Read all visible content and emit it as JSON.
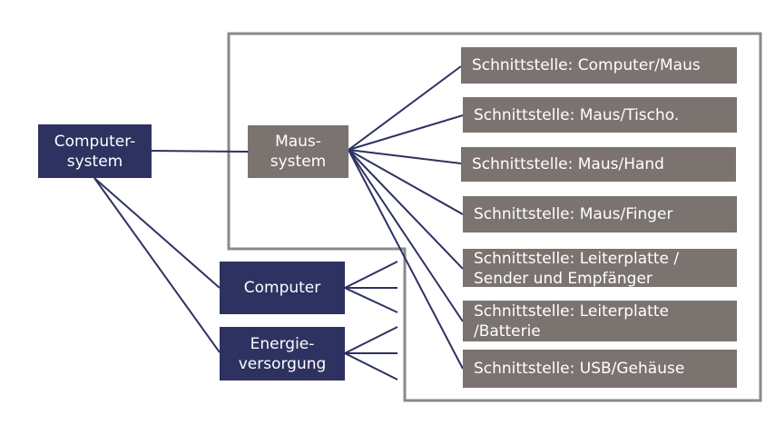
{
  "colors": {
    "navy": "#2d3261",
    "gray": "#7a7370",
    "line": "#2d3261",
    "frame": "#8a8a8a"
  },
  "nodes": {
    "computersystem": "Computer-\nsystem",
    "maussystem": "Maus-\nsystem",
    "computer": "Computer",
    "energieversorgung": "Energie-\nversorgung"
  },
  "interfaces": [
    "Schnittstelle: Computer/Maus",
    "Schnittstelle: Maus/Tischo.",
    "Schnittstelle: Maus/Hand",
    "Schnittstelle: Maus/Finger",
    "Schnittstelle: Leiterplatte /\nSender und Empfänger",
    "Schnittstelle: Leiterplatte\n/Batterie",
    "Schnittstelle: USB/Gehäuse"
  ]
}
